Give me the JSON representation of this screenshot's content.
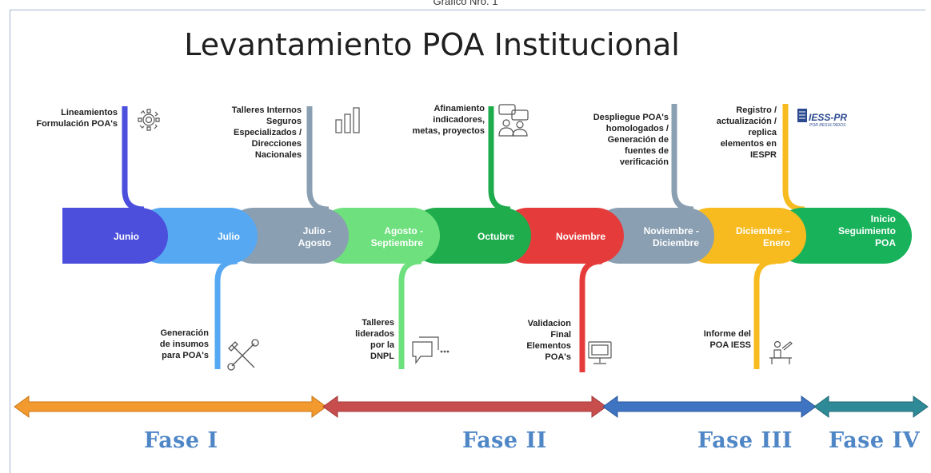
{
  "caption": "Gráfico Nro. 1",
  "title": "Levantamiento POA Institucional",
  "segments": [
    {
      "label": "Junio",
      "color": "#4b4fdc"
    },
    {
      "label": "Julio",
      "color": "#56a8f2"
    },
    {
      "label": "Julio -\nAgosto",
      "color": "#8a9fb2"
    },
    {
      "label": "Agosto -\nSeptiembre",
      "color": "#6ee07d"
    },
    {
      "label": "Octubre",
      "color": "#1fac4d"
    },
    {
      "label": "Noviembre",
      "color": "#e63b3b"
    },
    {
      "label": "Noviembre -\nDiciembre",
      "color": "#8a9fb2"
    },
    {
      "label": "Diciembre –\nEnero",
      "color": "#f7bb1f"
    },
    {
      "label": "Inicio\nSeguimiento\nPOA",
      "color": "#17b25a"
    }
  ],
  "notes_top": [
    {
      "text": "Lineamientos\nFormulación  POA's",
      "icon": "gear-icon"
    },
    {
      "text": "Talleres Internos\nSeguros\nEspecializados /\nDirecciones\nNacionales",
      "icon": "bar-chart-icon"
    },
    {
      "text": "Afinamiento\nindicadores,\nmetas,  proyectos",
      "icon": "meeting-icon"
    },
    {
      "text": "Despliegue POA's\nhomologados  /\nGeneración de\nfuentes de\nverificación",
      "icon": ""
    },
    {
      "text": "Registro /\nactualización  /\nreplica\nelementos en\nIESPR",
      "icon": "iess-logo"
    }
  ],
  "notes_bottom": [
    {
      "text": "Generación\nde insumos\npara POA's",
      "icon": "tools-icon"
    },
    {
      "text": "Talleres\nliderados\npor la\nDNPL",
      "icon": "chat-icon"
    },
    {
      "text": "Validacion\nFinal\nElementos\nPOA's",
      "icon": "monitor-icon"
    },
    {
      "text": "Informe del\nPOA IESS",
      "icon": "desk-icon"
    }
  ],
  "logo_text": "IESS-PR",
  "logo_sub": "POR RESULTADOS",
  "phases": [
    {
      "label": "Fase I",
      "color": "#f39a2e"
    },
    {
      "label": "Fase II",
      "color": "#c84e4e"
    },
    {
      "label": "Fase III",
      "color": "#3f74c2"
    },
    {
      "label": "Fase IV",
      "color": "#2f8a98"
    }
  ]
}
